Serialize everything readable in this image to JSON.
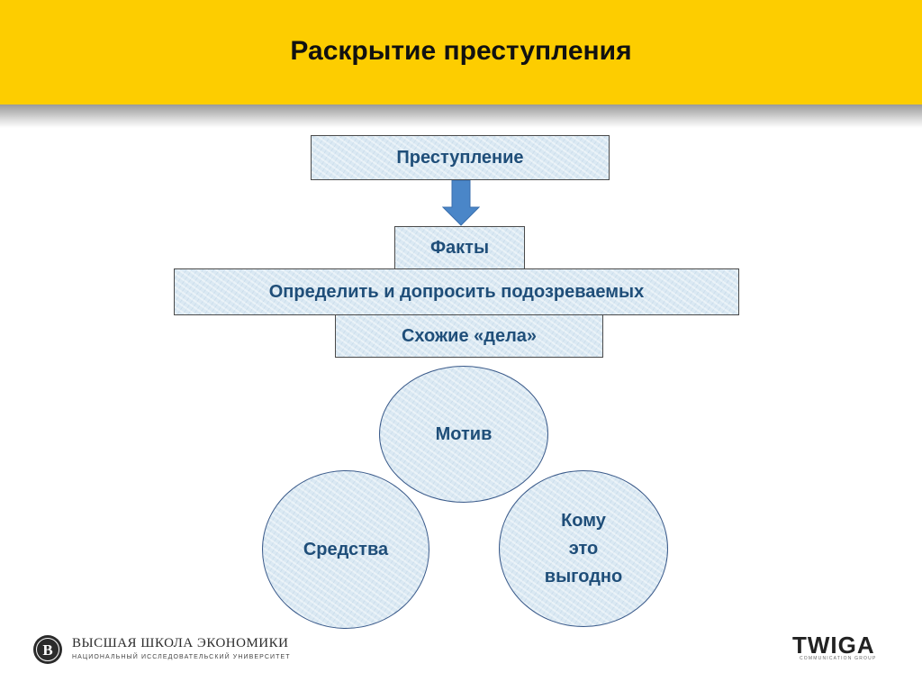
{
  "slide": {
    "title": "Раскрытие преступления"
  },
  "diagram": {
    "crime": "Преступление",
    "facts": "Факты",
    "interrogate": "Определить и допросить подозреваемых",
    "similar_cases": "Схожие «дела»",
    "motive": "Мотив",
    "means": "Средства",
    "who_benefits": [
      "Кому",
      "это",
      "выгодно"
    ]
  },
  "footer": {
    "hse_name": "ВЫСШАЯ ШКОЛА ЭКОНОМИКИ",
    "hse_subtitle": "НАЦИОНАЛЬНЫЙ ИССЛЕДОВАТЕЛЬСКИЙ УНИВЕРСИТЕТ",
    "hse_logo_letter": "В",
    "twiga": "TWIGA",
    "twiga_subtitle": "COMMUNICATION GROUP"
  },
  "colors": {
    "header": "#fdcd00",
    "box_fill": "#dbe9f3",
    "text": "#1f4e79",
    "arrow": "#4a86c8"
  }
}
